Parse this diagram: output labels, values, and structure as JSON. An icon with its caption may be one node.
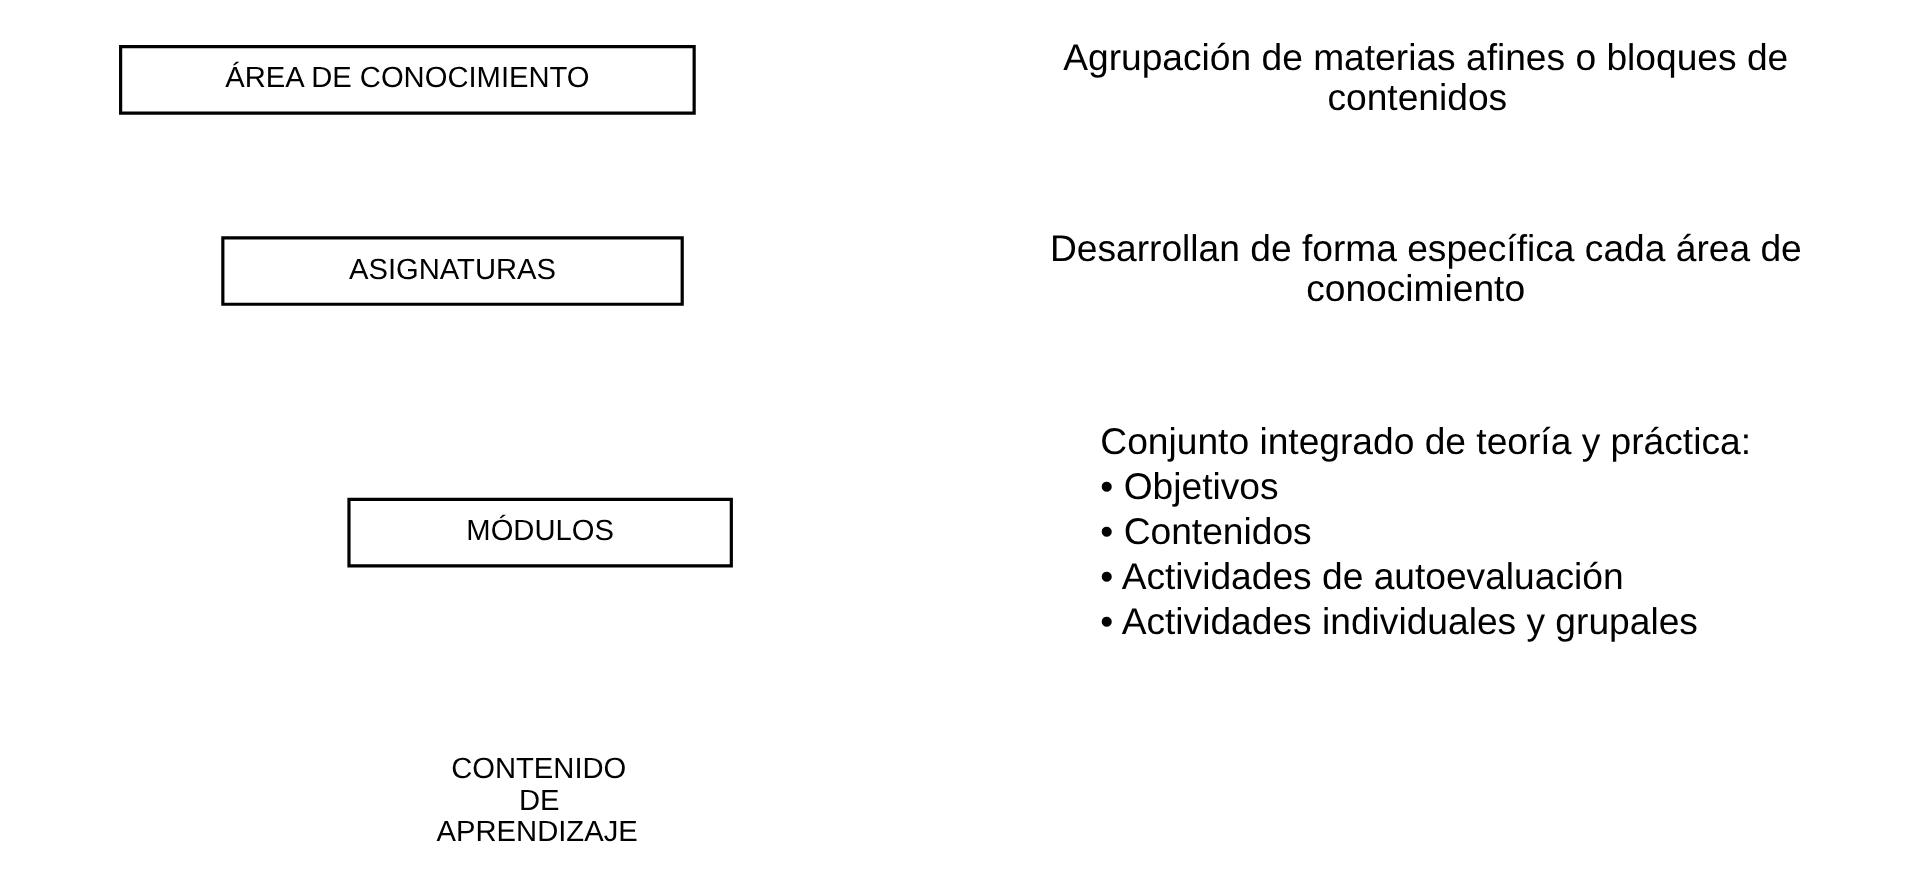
{
  "diagram": {
    "nodes": [
      {
        "text": [
          "ÁREA DE CONOCIMIENTO"
        ]
      },
      {
        "text": [
          "ASIGNATURAS"
        ]
      },
      {
        "text": [
          "MÓDULOS"
        ]
      }
    ],
    "labels": [
      "Agrupación de materias afines o bloques de contenidos",
      "Desarrollan de forma específica cada área de conocimiento",
      "Conjunto integrado de teoría y práctica:",
      "• Objetivos",
      "• Contenidos",
      "• Actividades de autoevaluación",
      "• Actividades individuales y grupales",
      "CONTENIDO DE APRENDIZAJE"
    ]
  }
}
